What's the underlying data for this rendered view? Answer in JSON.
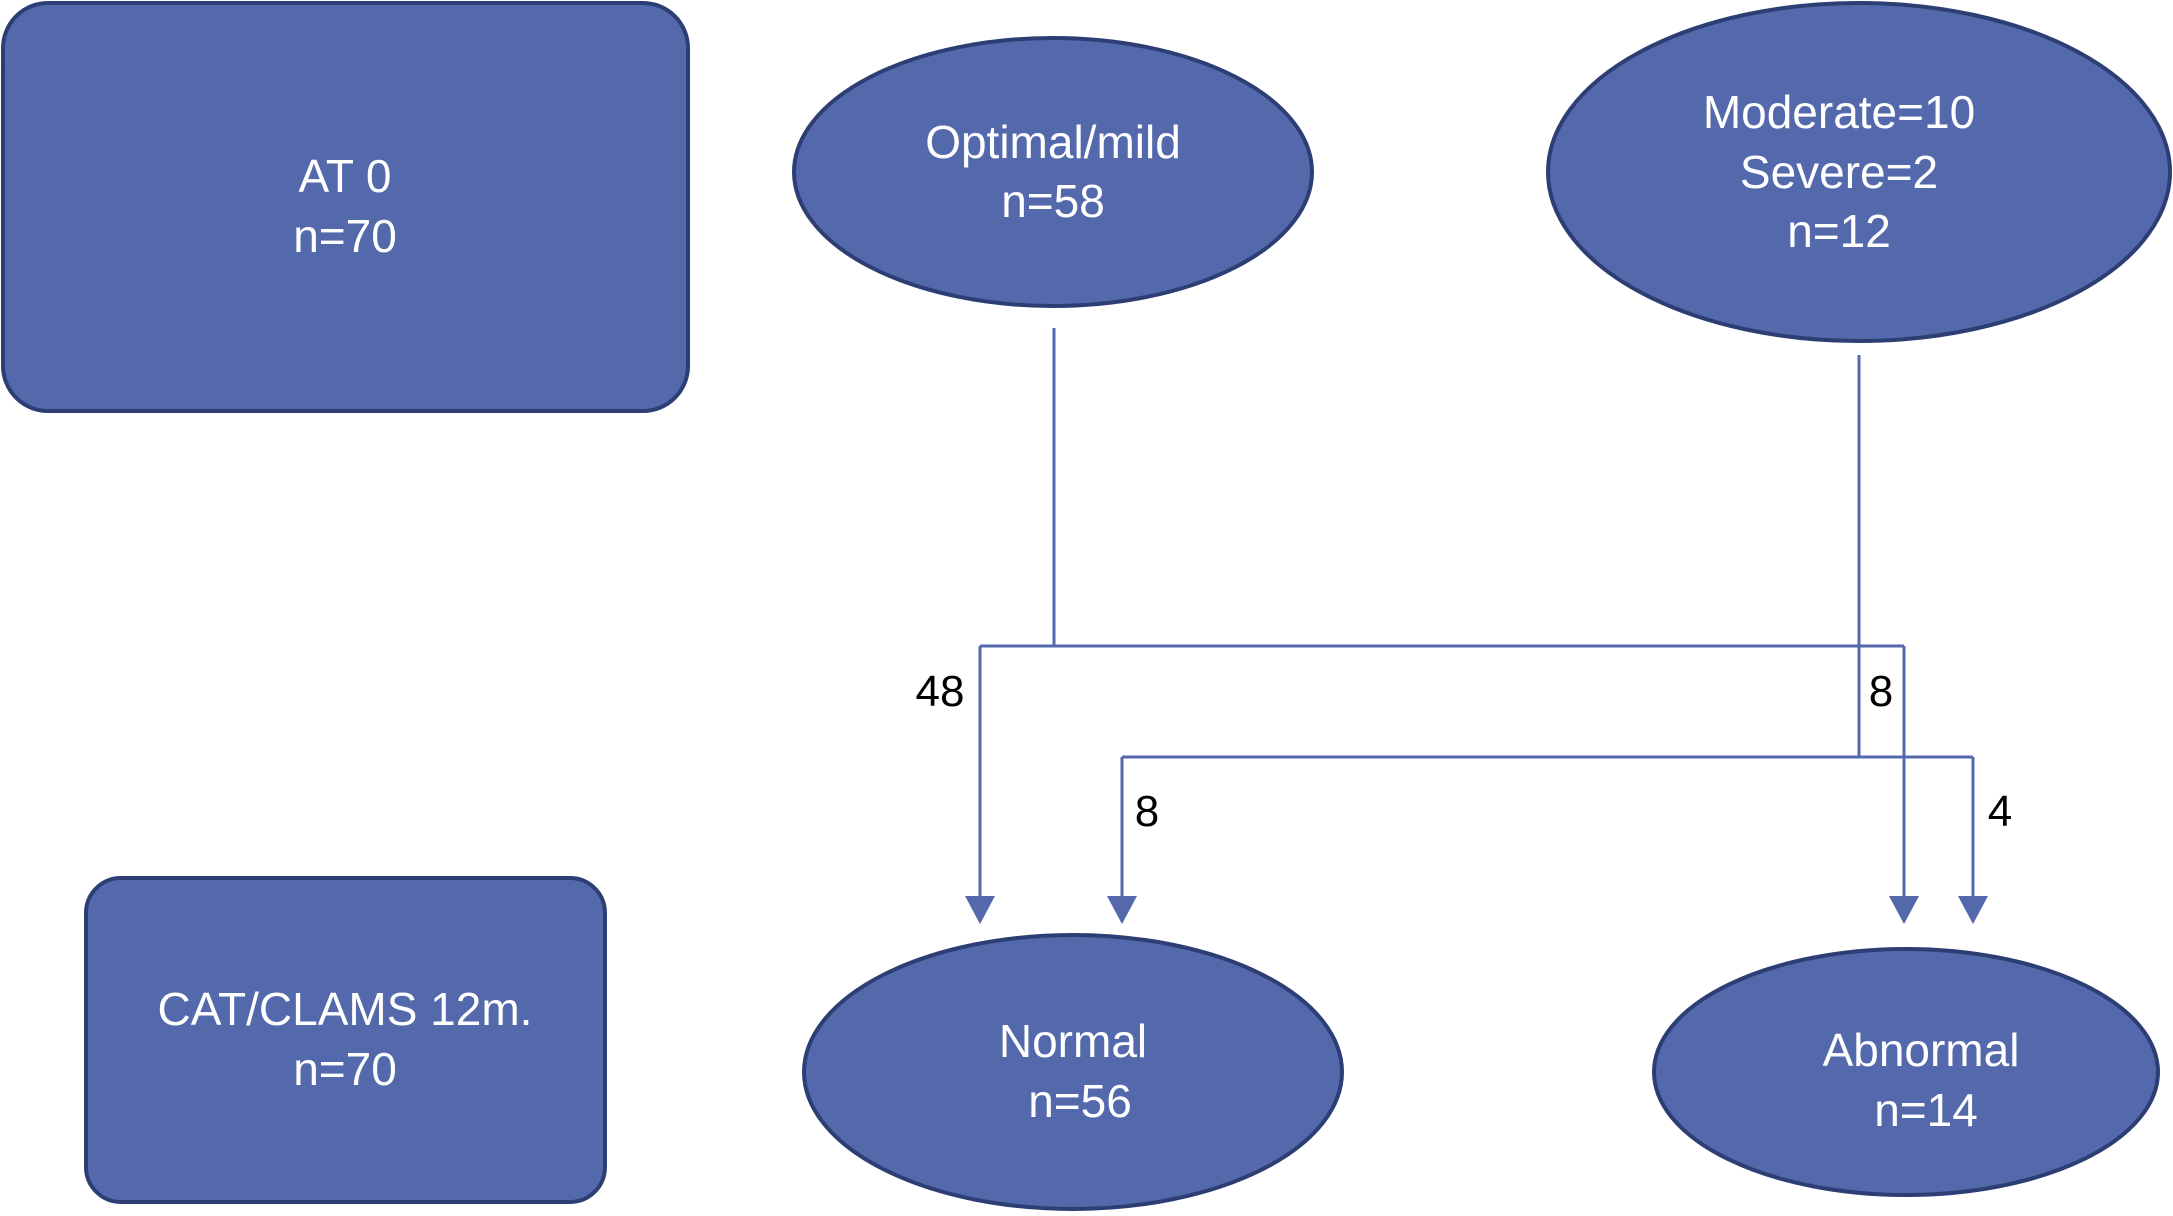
{
  "colors": {
    "node_fill": "#5468AC",
    "node_stroke": "#2C3E73",
    "connector": "#5468AC",
    "node_text": "#ffffff",
    "edge_label": "#000000"
  },
  "nodes": {
    "at0": {
      "line1": "AT 0",
      "line2": "n=70"
    },
    "cat_clams": {
      "line1": "CAT/CLAMS 12m.",
      "line2": "n=70"
    },
    "optimal_mild": {
      "line1": "Optimal/mild",
      "line2": "n=58"
    },
    "moderate_severe": {
      "line1": "Moderate=10",
      "line2": "Severe=2",
      "line3": "n=12"
    },
    "normal": {
      "line1": "Normal",
      "line2": "n=56"
    },
    "abnormal": {
      "line1": "Abnormal",
      "line2": "n=14"
    }
  },
  "edges": {
    "optimal_to_normal": "48",
    "optimal_to_abnormal": "8",
    "moderate_to_normal": "8",
    "moderate_to_abnormal": "4"
  }
}
